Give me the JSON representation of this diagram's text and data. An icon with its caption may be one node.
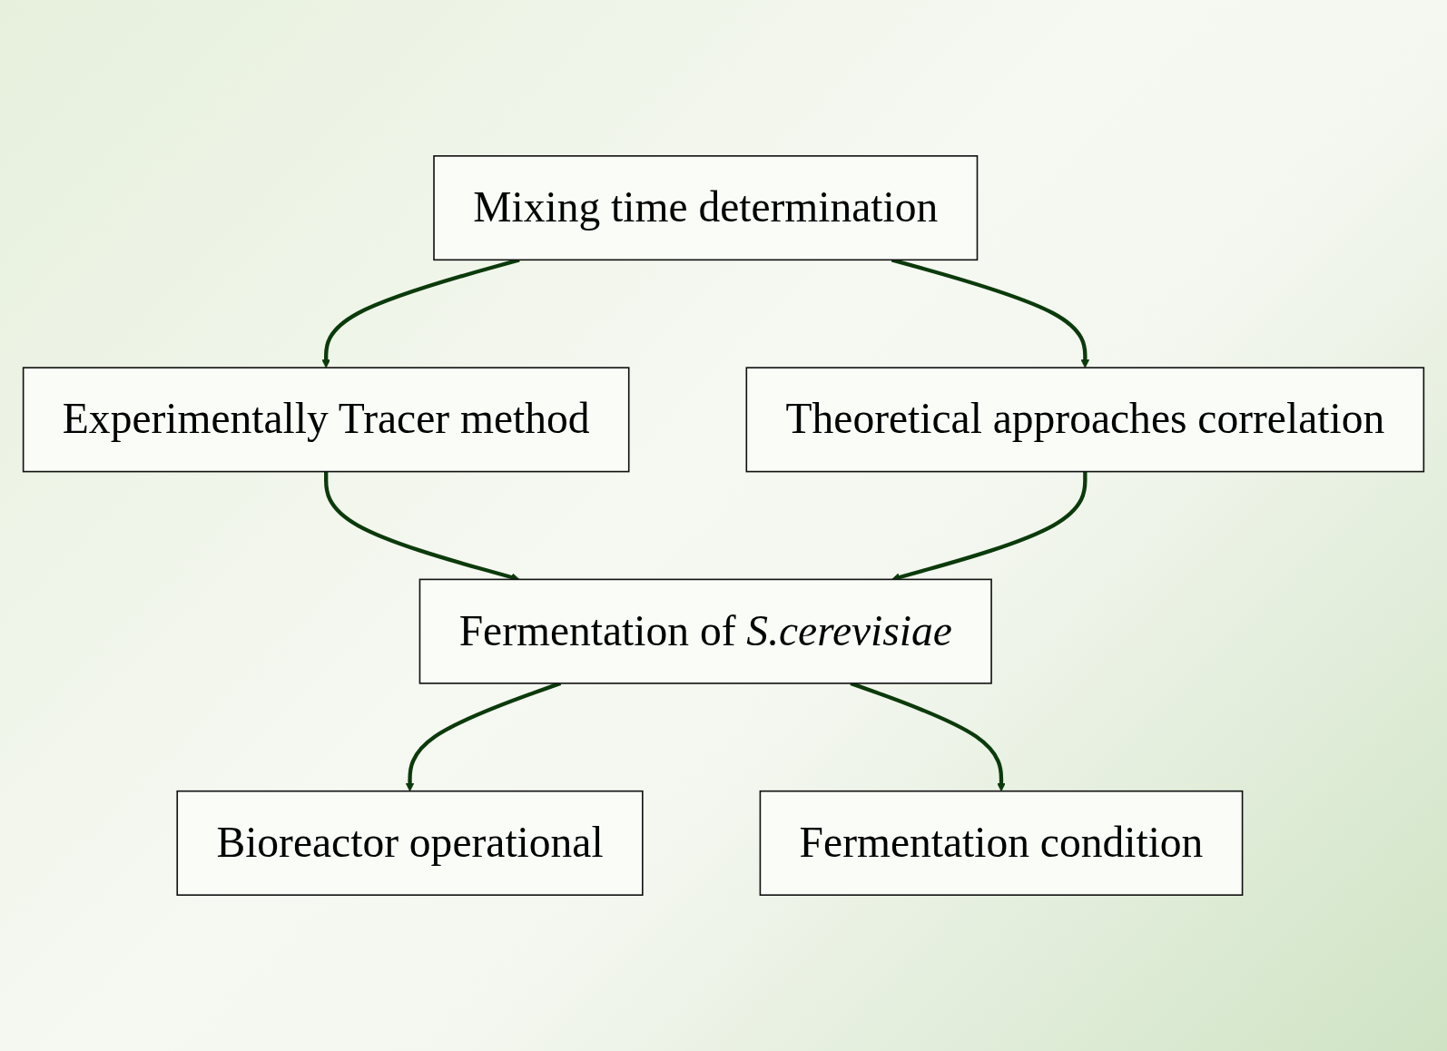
{
  "diagram": {
    "nodes": [
      {
        "text": [
          "Mixing time determination"
        ]
      },
      {
        "text": [
          "Experimentally Tracer method"
        ]
      },
      {
        "text": [
          "Theoretical approaches correlation"
        ]
      },
      {
        "text": [
          "Fermentation of *S.cerevisiae*"
        ]
      },
      {
        "text": [
          "Bioreactor operational"
        ]
      },
      {
        "text": [
          "Fermentation condition"
        ]
      }
    ],
    "edges": [
      {
        "from": 0,
        "to": 1,
        "arrow": "to"
      },
      {
        "from": 0,
        "to": 2,
        "arrow": "to"
      },
      {
        "from": 1,
        "to": 3,
        "arrow": "to"
      },
      {
        "from": 2,
        "to": 3,
        "arrow": "to"
      },
      {
        "from": 3,
        "to": 4,
        "arrow": "to"
      },
      {
        "from": 3,
        "to": 5,
        "arrow": "to"
      }
    ]
  }
}
